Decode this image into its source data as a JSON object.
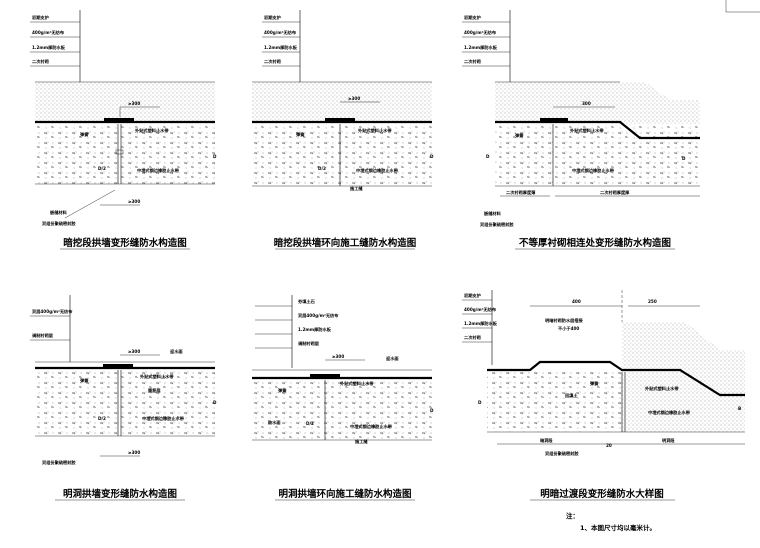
{
  "titles": {
    "d1": "暗挖段拱墙变形缝防水构造图",
    "d2": "暗挖段拱墙环向施工缝防水构造图",
    "d3": "不等厚衬砌相连处变形缝防水构造图",
    "d4": "明洞拱墙变形缝防水构造图",
    "d5": "明洞拱墙环向施工缝防水构造图",
    "d6": "明暗过渡段变形缝防水大样图"
  },
  "layers": {
    "l1": "初期支护",
    "l2": "400g/m²无纺布",
    "l3": "1.2mm厚防水板",
    "l4": "二次衬砌",
    "m1": "双层400g/m²无纺布",
    "m2": "调制衬砌层",
    "m5a": "夯填土石",
    "m5b": "双层400g/m²无纺布",
    "m5c": "1.2mm厚防水板",
    "m5d": "调制衬砌层"
  },
  "callouts": {
    "dim300": "≥300",
    "dim300b": "300",
    "dim250": "250",
    "dim400": "400",
    "dim20": "20",
    "stopper": "外贴式塑料止水带",
    "midstopper": "中埋式钢边橡胶止水带",
    "filler": "嵌缝材料",
    "sealant": "双组份聚硫密封胶",
    "spring": "弹簧",
    "steel": "施工缝",
    "backfill": "回填土",
    "sec1": "二次衬砌厚度薄",
    "sec2": "二次衬砌厚度厚",
    "waterproof": "防水面",
    "waterproof2": "迎水面",
    "layerExtend": "明暗衬砌防水层搭接\n不小于400",
    "darkSec": "暗洞段",
    "openSec": "明洞段",
    "rebar": "腹筋层",
    "D": "D",
    "B": "B",
    "D2": "D/2",
    "note_title": "注：",
    "note_1": "1、本图尺寸均以毫米计。"
  },
  "ui": {
    "icons": [
      "corner-tick-icon"
    ]
  }
}
